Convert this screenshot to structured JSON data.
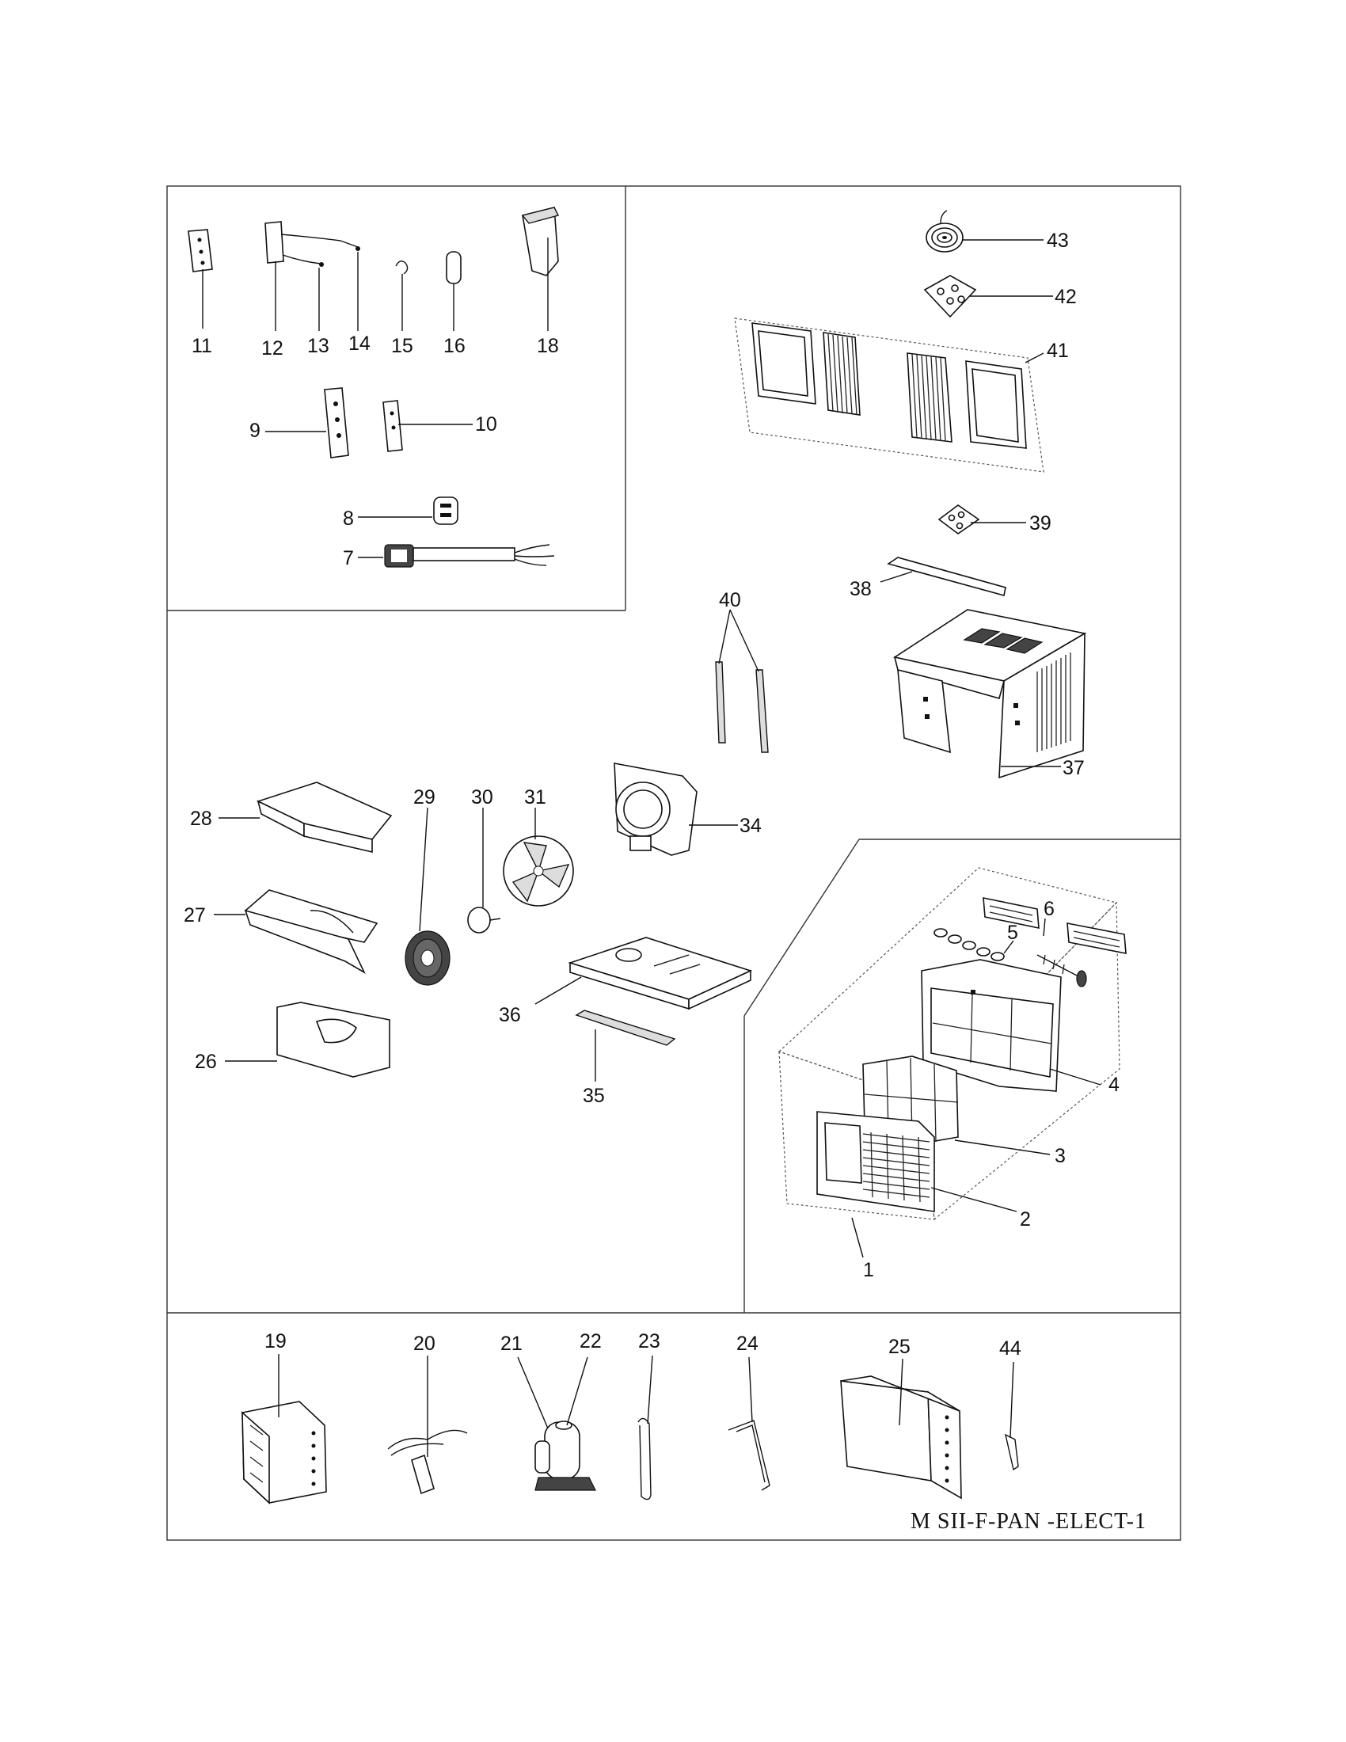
{
  "diagram": {
    "drawing_code": "M SII-F-PAN -ELECT-1",
    "part_labels": {
      "p1": "1",
      "p2": "2",
      "p3": "3",
      "p4": "4",
      "p5": "5",
      "p6": "6",
      "p7": "7",
      "p8": "8",
      "p9": "9",
      "p10": "10",
      "p11": "11",
      "p12": "12",
      "p13": "13",
      "p14": "14",
      "p15": "15",
      "p16": "16",
      "p18": "18",
      "p19": "19",
      "p20": "20",
      "p21": "21",
      "p22": "22",
      "p23": "23",
      "p24": "24",
      "p25": "25",
      "p26": "26",
      "p27": "27",
      "p28": "28",
      "p29": "29",
      "p30": "30",
      "p31": "31",
      "p34": "34",
      "p35": "35",
      "p36": "36",
      "p37": "37",
      "p38": "38",
      "p39": "39",
      "p40": "40",
      "p41": "41",
      "p42": "42",
      "p43": "43",
      "p44": "44"
    }
  }
}
